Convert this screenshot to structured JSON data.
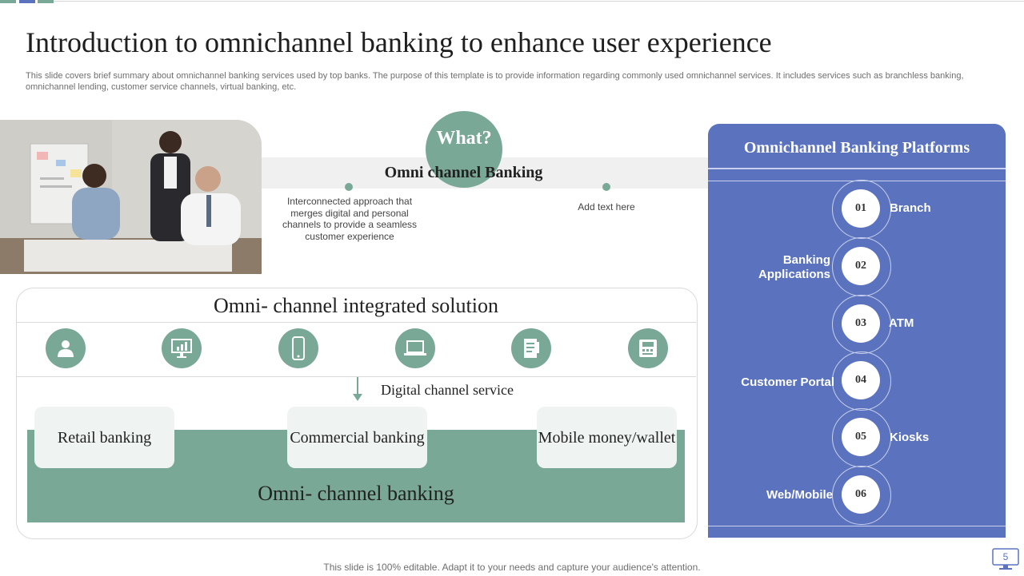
{
  "title": "Introduction to omnichannel banking to enhance user experience",
  "subtitle": "This slide covers brief summary about omnichannel banking services used by top banks. The purpose of this template is to provide information regarding commonly used omnichannel services. It includes services such as branchless banking, omnichannel lending, customer service channels, virtual banking, etc.",
  "what": {
    "badge": "What?",
    "band_title": "Omni channel Banking",
    "description": "Interconnected approach that merges digital and personal channels to provide a seamless customer experience",
    "placeholder": "Add text here"
  },
  "platforms": {
    "title": "Omnichannel  Banking Platforms",
    "items": [
      {
        "number": "01",
        "label": "Branch"
      },
      {
        "number": "02",
        "label": "Banking Applications"
      },
      {
        "number": "03",
        "label": "ATM"
      },
      {
        "number": "04",
        "label": "Customer Portal"
      },
      {
        "number": "05",
        "label": "Kiosks"
      },
      {
        "number": "06",
        "label": "Web/Mobile"
      }
    ]
  },
  "integrated": {
    "title": "Omni- channel integrated solution",
    "icons": [
      "customer-service-icon",
      "monitor-chart-icon",
      "smartphone-icon",
      "laptop-icon",
      "receipt-icon",
      "atm-icon"
    ],
    "digital_label": "Digital  channel service",
    "boxes": [
      "Retail banking",
      "Commercial banking",
      "Mobile money/wallet"
    ],
    "banking_label": "Omni- channel banking"
  },
  "footer": "This slide is 100% editable. Adapt it to your needs and capture your audience's attention.",
  "page_number": "5",
  "colors": {
    "green": "#7aa896",
    "blue": "#5b73bf"
  }
}
